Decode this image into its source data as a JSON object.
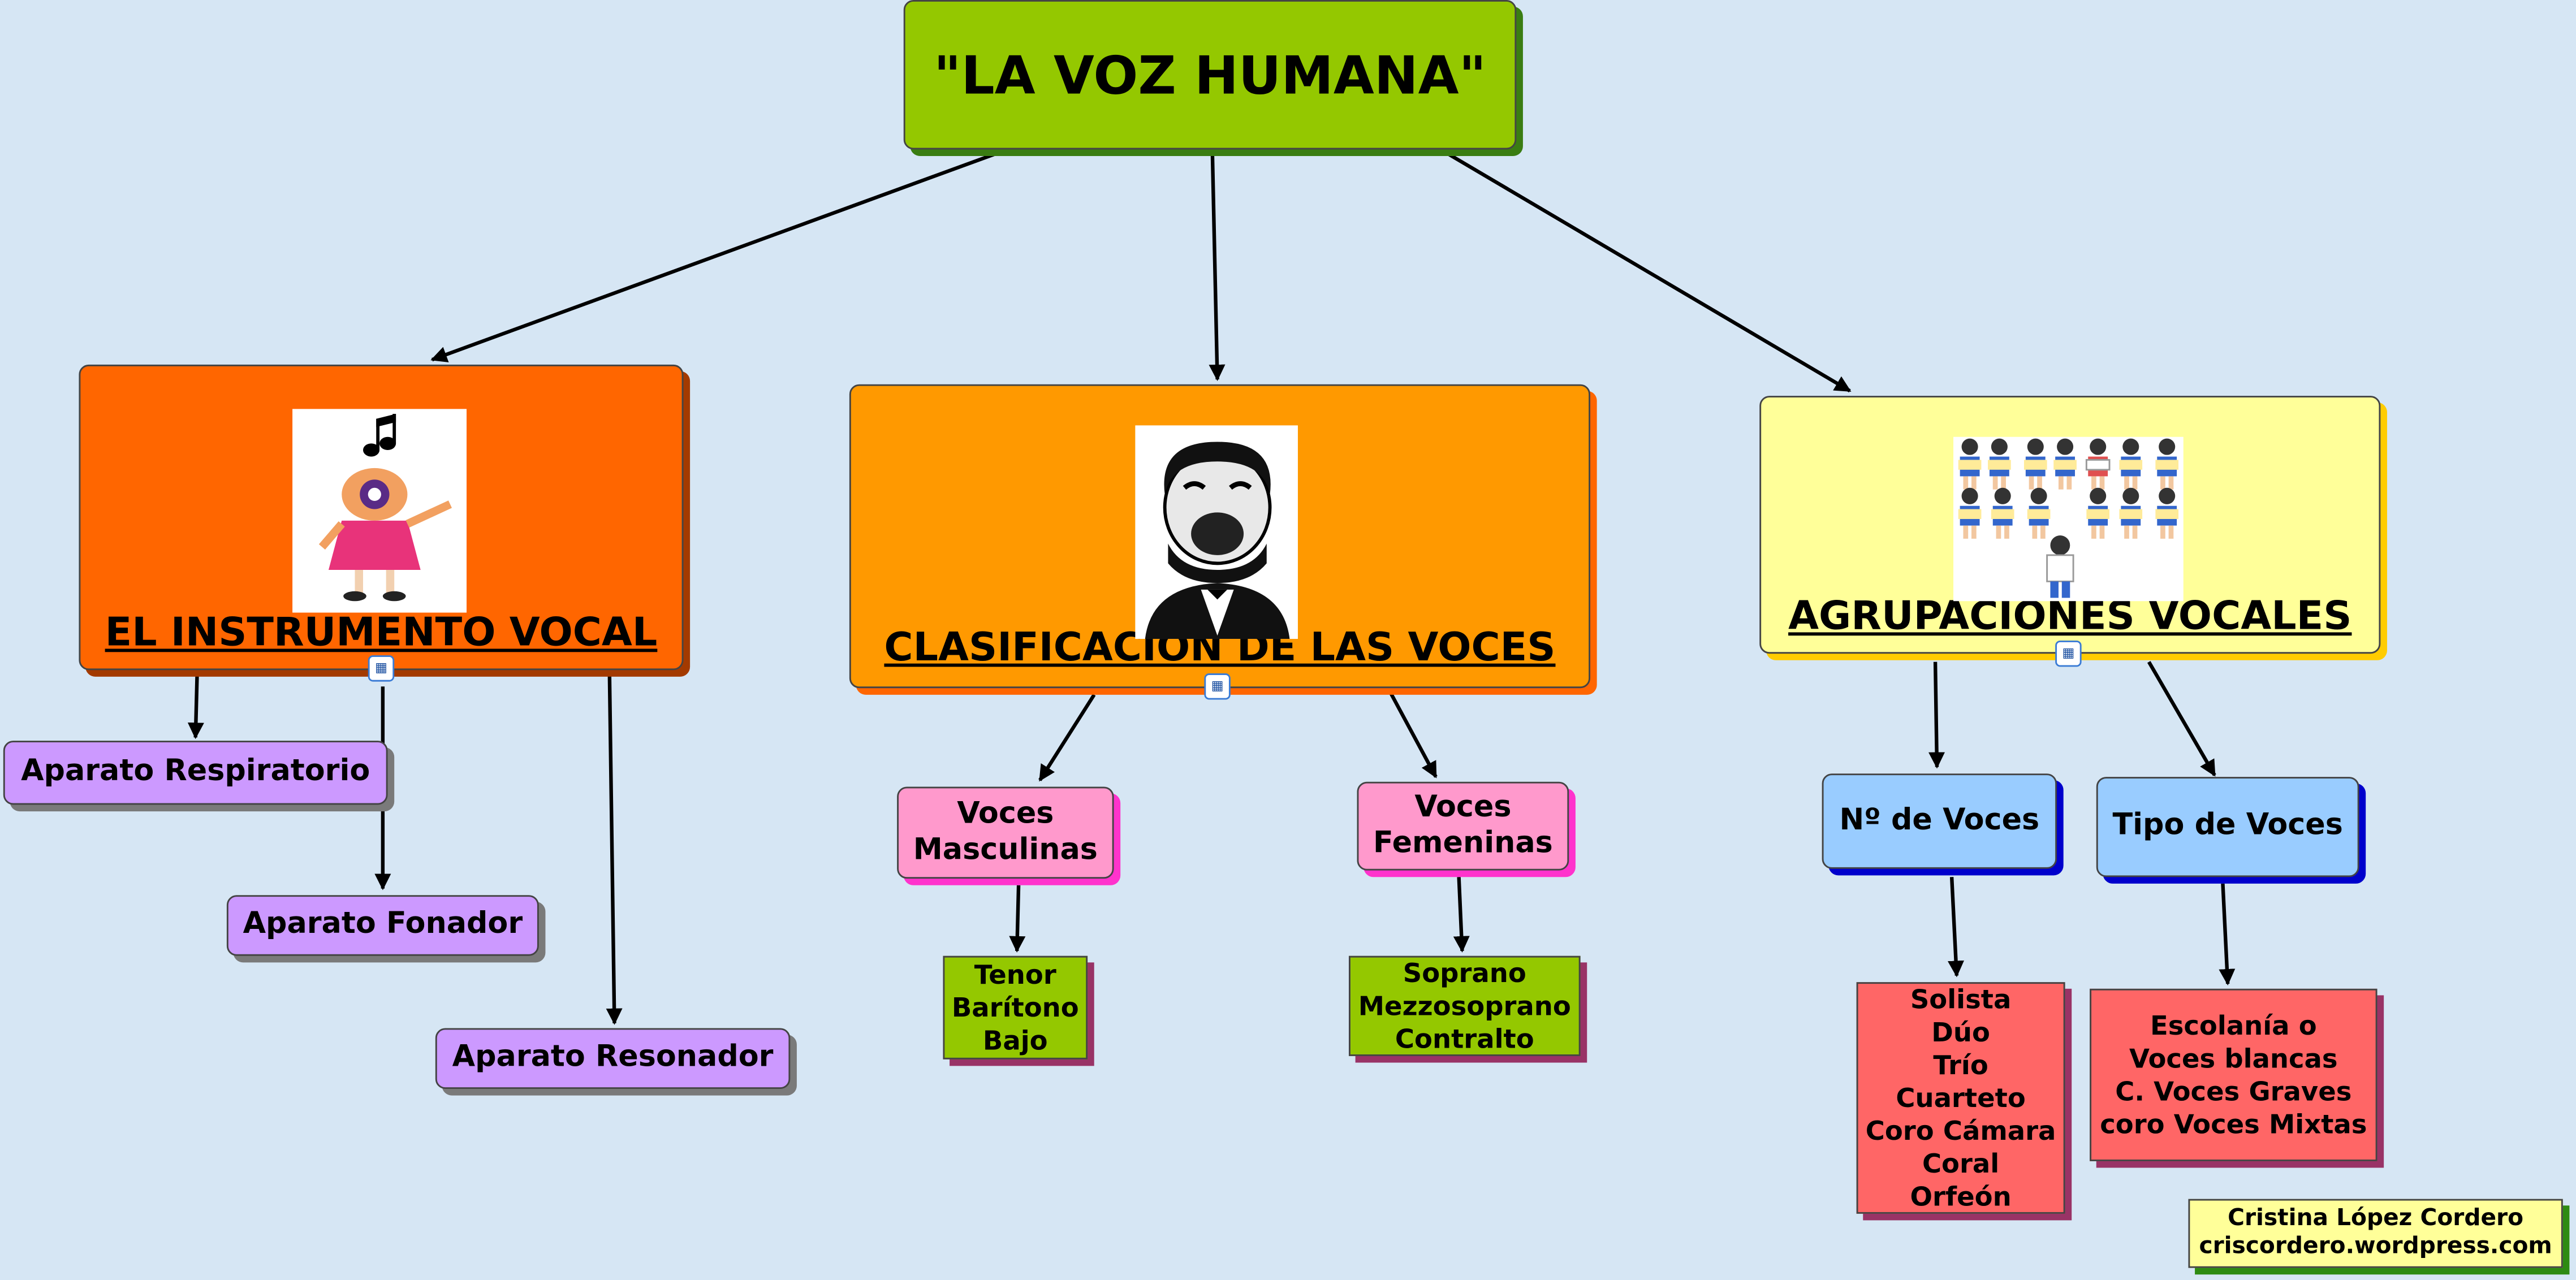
{
  "title": "\"LA VOZ HUMANA\"",
  "branches": {
    "instrumento": {
      "label": "EL INSTRUMENTO VOCAL",
      "children": [
        "Aparato Respiratorio",
        "Aparato Fonador",
        "Aparato Resonador"
      ]
    },
    "clasificacion": {
      "label": "CLASIFICACION DE LAS VOCES",
      "children": [
        {
          "label": "Voces\nMasculinas",
          "list": "Tenor\nBarítono\nBajo"
        },
        {
          "label": "Voces\nFemeninas",
          "list": "Soprano\nMezzosoprano\nContralto"
        }
      ]
    },
    "agrupaciones": {
      "label": "AGRUPACIONES VOCALES",
      "children": [
        {
          "label": "Nº de Voces",
          "list": "Solista\nDúo\nTrío\nCuarteto\nCoro Cámara\nCoral\nOrfeón"
        },
        {
          "label": "Tipo de Voces",
          "list": "Escolanía o\nVoces blancas\nC. Voces Graves\ncoro Voces Mixtas"
        }
      ]
    }
  },
  "credit": {
    "name": "Cristina López Cordero",
    "site": "criscordero.wordpress.com"
  },
  "colors": {
    "background": "#d6e6f4",
    "title": "#94c800",
    "instrumento": "#ff6600",
    "clasificacion": "#ff9900",
    "agrupaciones": "#ffff99",
    "aparato": "#cc99ff",
    "voces": "#ff99cc",
    "agrup_sub": "#99ccff",
    "voice_lists": "#94c800",
    "agrup_lists": "#ff6666"
  },
  "icons": [
    "singing-child-icon",
    "tenor-caricature-icon",
    "choir-icon",
    "expand-subtopics-icon"
  ]
}
